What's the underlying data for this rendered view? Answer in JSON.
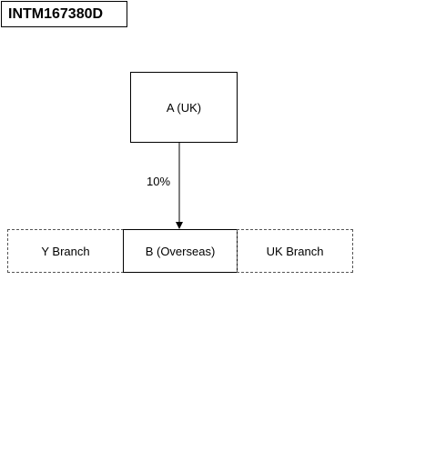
{
  "reference": "INTM167380D",
  "diagram": {
    "parent": {
      "label": "A (UK)"
    },
    "ownership": {
      "label": "10%"
    },
    "subsidiary": {
      "label": "B (Overseas)"
    },
    "branches": [
      {
        "label": "Y Branch"
      },
      {
        "label": "UK Branch"
      }
    ]
  },
  "colors": {
    "line": "#000000",
    "dashed_border": "#555555"
  }
}
